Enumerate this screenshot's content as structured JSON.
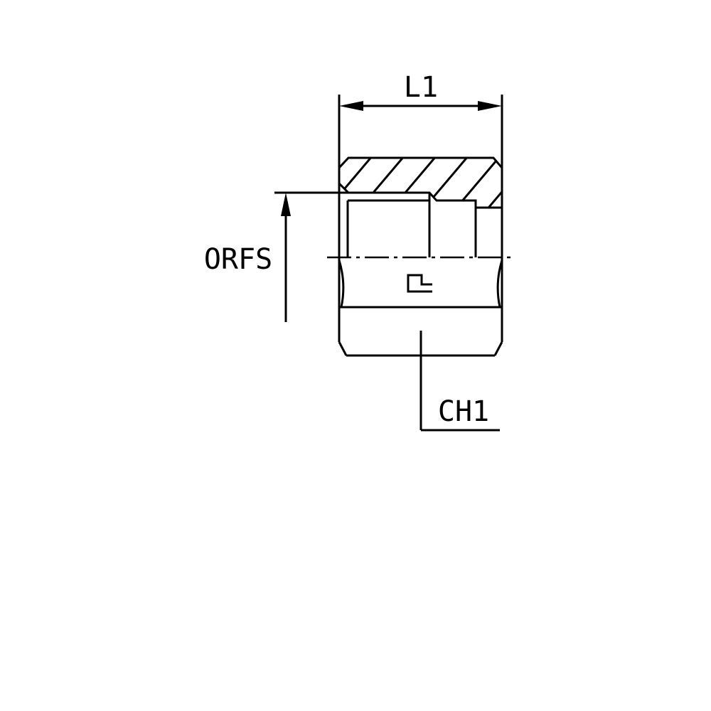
{
  "labels": {
    "length": "L1",
    "thread": "ORFS",
    "hex": "CH1"
  },
  "colors": {
    "line": "#000000",
    "background": "#ffffff"
  },
  "icons": {
    "section_symbol": "flat-seal-profile-icon"
  }
}
